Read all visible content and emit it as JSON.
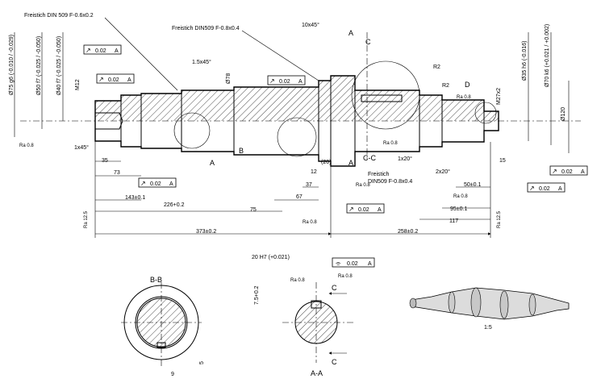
{
  "notes": {
    "freistich_left": "Freistich DIN 509 F-0.6x0.2",
    "freistich_top": "Freistich DIN509 F-0.8x0.4",
    "freistich_bottom_1": "Freistich",
    "freistich_bottom_2": "DIN509 F-0.8x0.4"
  },
  "dims": {
    "d75": "Ø75 g6",
    "d75_tol": "(-0.010 / -0.029)",
    "d50": "Ø50 f7",
    "d50_tol": "(-0.025 / -0.050)",
    "d40": "Ø40 f7",
    "d40_tol": "(-0.025 / -0.050)",
    "m12": "M12",
    "d78": "Ø78",
    "d35": "Ø35 h6",
    "d35_tol": "(-0.016)",
    "d70": "Ø70 k6",
    "d70_tol": "(+0.021 / +0.002)",
    "d120": "Ø120",
    "m27": "M27x2",
    "chamfer_15": "1.5x45°",
    "chamfer_10": "10x45°",
    "chamfer_1": "1x45°",
    "chamfer_1x20": "1x20°",
    "chamfer_2x20": "2x20°",
    "r2a": "R2",
    "r2b": "R2",
    "len_35": "35",
    "len_73": "73",
    "len_143": "143±0.1",
    "len_226": "226+0.2",
    "len_75": "75",
    "len_67": "67",
    "len_37": "37",
    "len_12": "12",
    "len_20": "(20)",
    "len_373": "373±0.2",
    "len_258": "258±0.2",
    "len_117": "117",
    "len_95": "95±0.1",
    "len_50": "50±0.1",
    "len_15": "15",
    "d20h7": "20 H7",
    "d20h7_tol": "(+0.021)",
    "d75_2": "7.5+0.2",
    "d9": "9",
    "d5": "5"
  },
  "gdt": {
    "runout_value": "0.02",
    "datum": "A",
    "sym_symbol": "⌯",
    "runout_symbol": "↗"
  },
  "surface": {
    "ra08": "Ra 0.8",
    "ra125": "Ra 12.5"
  },
  "labels": {
    "A": "A",
    "B": "B",
    "C": "C",
    "D": "D",
    "CC": "C-C",
    "BB": "B-B",
    "AA": "A-A",
    "scale": "1:5"
  }
}
